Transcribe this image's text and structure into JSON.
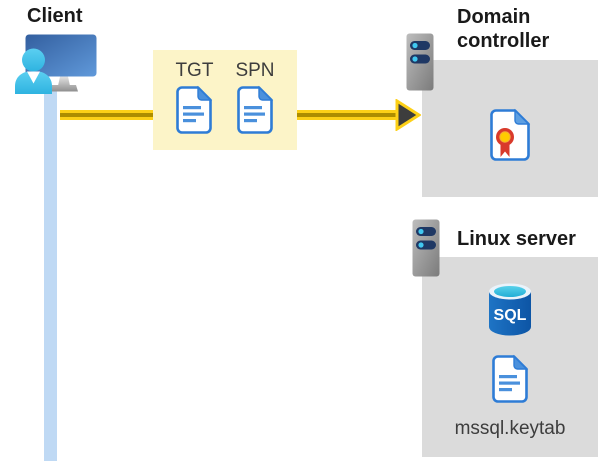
{
  "client": {
    "label": "Client"
  },
  "ticket_box": {
    "tgt_label": "TGT",
    "spn_label": "SPN"
  },
  "domain_controller": {
    "title": "Domain controller"
  },
  "linux_server": {
    "title": "Linux server",
    "sql_label": "SQL",
    "keytab_label": "mssql.keytab"
  },
  "colors": {
    "page_bg": "#ffffff",
    "title_text": "#1a1a1a",
    "label_text": "#3d3d3d",
    "box_yellow": "#fcf4c8",
    "box_gray": "#dbdbdb",
    "arrow_yellow": "#fdd017",
    "arrow_gold": "#ad8d00",
    "arrowhead_dark": "#3d3d3d",
    "connection_blue": "#bfd9f4",
    "doc_blue": "#2e7cd6",
    "doc_line_blue": "#4a90dc",
    "person_cyan": "#3fc2ea",
    "monitor_blue": "#4a7fc1",
    "server_navy": "#1f3864",
    "server_dot_cyan": "#41c8f0",
    "sql_blue": "#1667b4",
    "sql_cyan": "#35bfe0",
    "cert_red": "#d93a2b",
    "cert_gold": "#ffcc00"
  }
}
